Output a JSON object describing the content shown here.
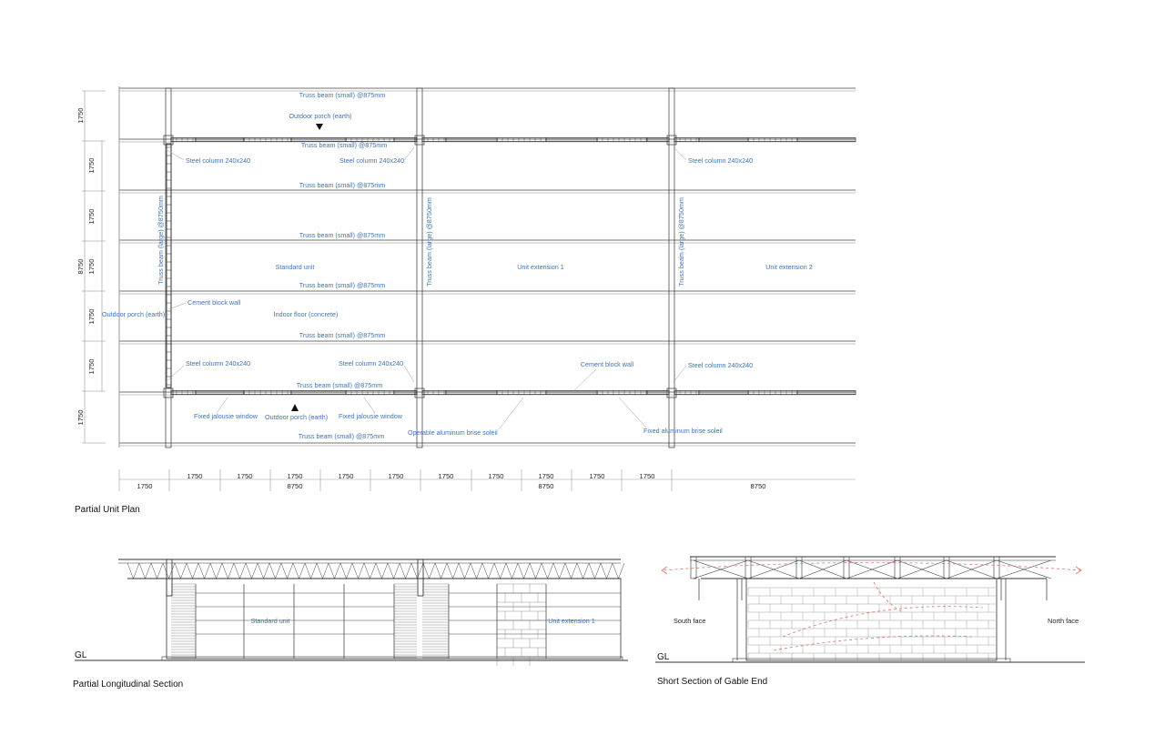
{
  "colors": {
    "label": "#3f74b8",
    "line": "#333333",
    "arrow": "#d9776a"
  },
  "plan": {
    "beam_labels": [
      "Truss beam (small) @875mm",
      "Truss beam (small) @875mm",
      "Truss beam (small) @875mm",
      "Truss beam (small) @875mm",
      "Truss beam (small) @875mm",
      "Truss beam (small) @875mm",
      "Truss beam (small) @875mm",
      "Truss beam (small) @875mm"
    ],
    "porch_top": "Outdoor porch (earth)",
    "porch_bottom": "Outdoor porch (earth)",
    "porch_left": "Outdoor porch (earth)",
    "columns": [
      "Steel column 240x240",
      "Steel column 240x240",
      "Steel column 240x240",
      "Steel column 240x240",
      "Steel column 240x240",
      "Steel column 240x240"
    ],
    "large_beams": [
      "Truss beam (large) @8750mm",
      "Truss beam (large) @8750mm",
      "Truss beam (large) @8750mm"
    ],
    "units": [
      "Standard unit",
      "Unit extension 1",
      "Unit extension 2"
    ],
    "cement_wall_left": "Cement block wall",
    "cement_wall_right": "Cement block wall",
    "indoor_floor": "Indoor floor (concrete)",
    "jalousie_left": "Fixed jalousie window",
    "jalousie_right": "Fixed jalousie window",
    "brise_operable": "Operable aluminum brise soleil",
    "brise_fixed": "Fixed aluminum brise soleil",
    "left_dims": [
      "1750",
      "1750",
      "1750",
      "1750",
      "1750",
      "1750",
      "1750"
    ],
    "left_total": "8750",
    "bottom_row1": [
      "1750",
      "1750",
      "1750",
      "1750",
      "1750",
      "1750",
      "1750",
      "1750",
      "1750",
      "1750"
    ],
    "bottom_row2": [
      "1750",
      "8750",
      "8750",
      "8750"
    ]
  },
  "captions": {
    "plan": "Partial Unit Plan",
    "longitudinal": "Partial Longitudinal Section",
    "gable": "Short Section of Gable End"
  },
  "long_section": {
    "ground": "GL",
    "unit_a": "Standard unit",
    "unit_b": "Unit extension 1"
  },
  "gable_section": {
    "ground": "GL",
    "south": "South face",
    "north": "North face"
  }
}
